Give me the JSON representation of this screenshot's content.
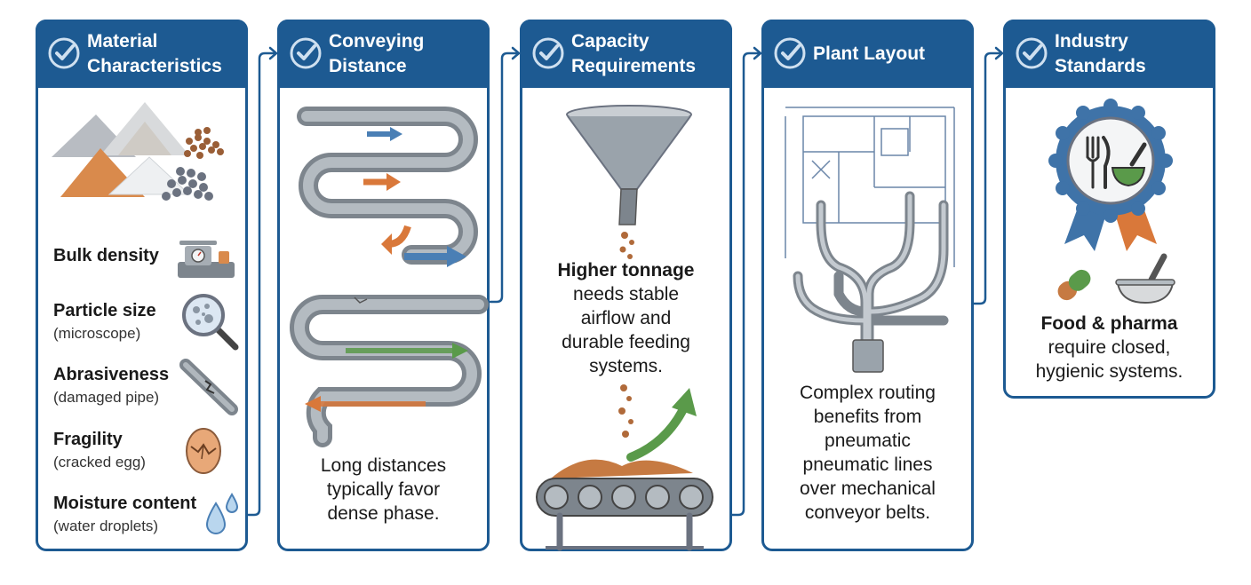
{
  "colors": {
    "header_blue": "#1d5a92",
    "border_blue": "#1d5a92",
    "accent_orange": "#d9783a",
    "accent_green": "#5a9a4a",
    "arrow_blue": "#4a7fb5",
    "pipe_gray": "#9aa3ab"
  },
  "cards": [
    {
      "title_line1": "Material",
      "title_line2": "Characteristics",
      "icon": "check-circle-icon",
      "properties": [
        {
          "label": "Bulk density",
          "sub": "",
          "icon": "scale-icon"
        },
        {
          "label": "Particle size",
          "sub": "(microscope)",
          "icon": "magnifier-icon"
        },
        {
          "label": "Abrasiveness",
          "sub": "(damaged pipe)",
          "icon": "damaged-pipe-icon"
        },
        {
          "label": "Fragility",
          "sub": "(cracked egg)",
          "icon": "cracked-egg-icon"
        },
        {
          "label": "Moisture content",
          "sub": "(water droplets)",
          "icon": "water-droplets-icon"
        }
      ]
    },
    {
      "title_line1": "Conveying",
      "title_line2": "Distance",
      "icon": "check-circle-icon",
      "desc_lines": [
        "Long distances",
        "typically favor",
        "dense phase."
      ]
    },
    {
      "title_line1": "Capacity",
      "title_line2": "Requirements",
      "icon": "check-circle-icon",
      "desc_bold": "Higher tonnage",
      "desc_lines": [
        "needs stable",
        "airflow and",
        "durable feeding",
        "systems."
      ]
    },
    {
      "title_line1": "Plant Layout",
      "title_line2": "",
      "icon": "check-circle-icon",
      "desc_lines": [
        "Complex routing",
        "benefits from",
        "pneumatic",
        "pneumatic lines",
        "over mechanical",
        "conveyor belts."
      ]
    },
    {
      "title_line1": "Industry",
      "title_line2": "Standards",
      "icon": "check-circle-icon",
      "desc_bold": "Food & pharma",
      "desc_lines": [
        "require closed,",
        "hygienic systems."
      ]
    }
  ]
}
